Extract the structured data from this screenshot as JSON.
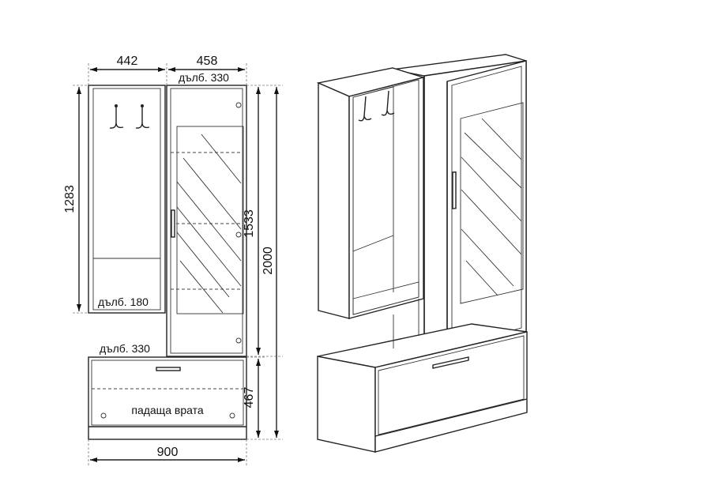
{
  "dimensions": {
    "width_left": "442",
    "width_right": "458",
    "depth_top": "дълб. 330",
    "height_left": "1283",
    "height_cabinet": "1533",
    "height_total": "2000",
    "depth_shelf": "дълб. 180",
    "depth_bottom": "дълб. 330",
    "height_bottom": "467",
    "width_total": "900"
  },
  "labels": {
    "drop_door": "падаща врата"
  },
  "colors": {
    "line": "#222222",
    "dimension_arrow": "#111111",
    "background": "#ffffff"
  }
}
